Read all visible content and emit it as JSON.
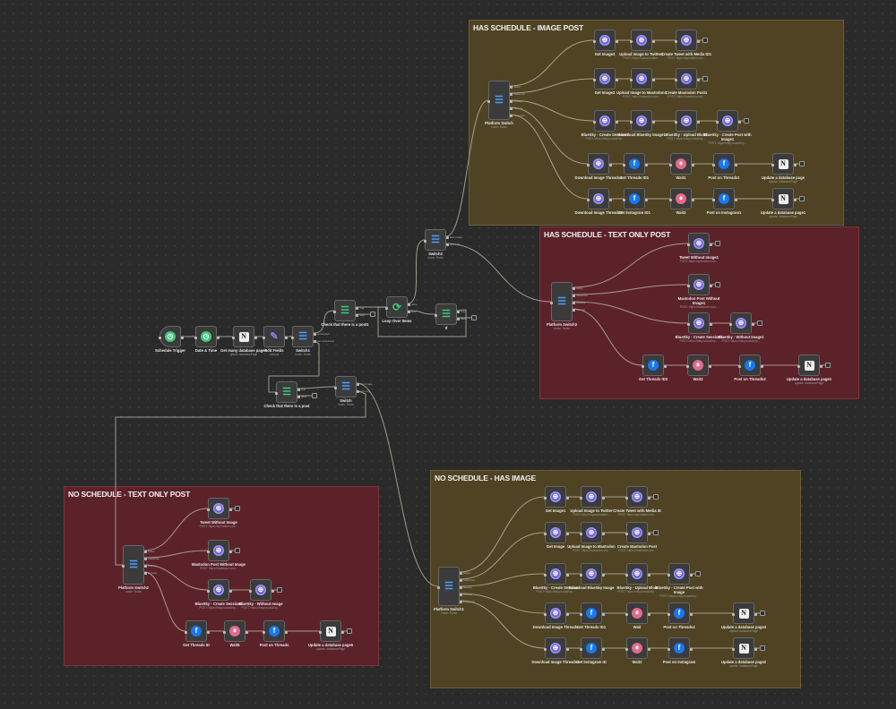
{
  "colors": {
    "canvas": "#2a2a2a",
    "olive_group": "#4f4323",
    "red_group": "#5c222a",
    "edge": "#b9b9a8",
    "switch": "#4a9eff",
    "if": "#3ec97a"
  },
  "main": {
    "nodes": [
      {
        "label": "Schedule Trigger",
        "icon": "clock-icon"
      },
      {
        "label": "Date & Time",
        "icon": "clock-icon"
      },
      {
        "label": "Get many database pages",
        "sub": "getAll: databasePage",
        "icon": "notion-icon"
      },
      {
        "label": "Edit Fields",
        "sub": "manual",
        "icon": "pencil-icon"
      },
      {
        "label": "Switch1",
        "sub": "mode: Rules",
        "icon": "switch-icon",
        "outputs": [
          "scheduled",
          "not scheduled"
        ]
      },
      {
        "label": "Check that there is a post1",
        "icon": "if-icon",
        "outputs": [
          "true",
          "false"
        ]
      },
      {
        "label": "Loop Over Items",
        "icon": "loop-icon",
        "outputs": [
          "done",
          "loop"
        ]
      },
      {
        "label": "If",
        "icon": "if-icon",
        "outputs": [
          "true",
          "false"
        ]
      },
      {
        "label": "Switch2",
        "sub": "mode: Rules",
        "icon": "switch-icon",
        "outputs": [
          "has image",
          "text only"
        ]
      },
      {
        "label": "Check that there is a post",
        "icon": "if-icon",
        "outputs": [
          "true",
          "false"
        ]
      },
      {
        "label": "Switch",
        "sub": "mode: Rules",
        "icon": "switch-icon",
        "outputs": [
          "has image",
          "text only"
        ]
      }
    ]
  },
  "groups": [
    {
      "title": "HAS SCHEDULE - IMAGE POST",
      "switch": {
        "label": "Platform Switch",
        "sub": "mode: Rules",
        "outputs": [
          "twitter",
          "mastodon",
          "bluesky",
          "threads",
          "instagram"
        ]
      },
      "rows": [
        [
          {
            "label": "Get Image3",
            "icon": "globe-icon"
          },
          {
            "label": "Upload Image to Twitter1",
            "sub": "POST: https://upload.twitter...",
            "icon": "globe-icon"
          },
          {
            "label": "Create Tweet with Media ID1",
            "sub": "POST: https://api.twitter.com...",
            "icon": "globe-icon"
          }
        ],
        [
          {
            "label": "Get Image2",
            "icon": "globe-icon"
          },
          {
            "label": "Upload Image to Mastodon1",
            "sub": "POST: https://mastodon.soc...",
            "icon": "globe-icon"
          },
          {
            "label": "Create Mastodon Post1",
            "sub": "POST: https://mastodon.soc...",
            "icon": "globe-icon"
          }
        ],
        [
          {
            "label": "BlueSky - Create Session1",
            "sub": "POST: https://bsky.social/xrp...",
            "icon": "globe-icon"
          },
          {
            "label": "Download BlueSky Image1",
            "icon": "globe-icon"
          },
          {
            "label": "BlueSky - Upload Blob1",
            "sub": "POST: https://bsky.social/xrp...",
            "icon": "globe-icon"
          },
          {
            "label": "BlueSky - Create Post with Image1",
            "sub": "POST: https://bsky.social/xrp...",
            "icon": "globe-icon"
          }
        ],
        [
          {
            "label": "Download Image Threads1",
            "icon": "globe-icon"
          },
          {
            "label": "Get Threads ID1",
            "icon": "facebook-icon"
          },
          {
            "label": "Wait1",
            "icon": "wait-icon"
          },
          {
            "label": "Post on Threads1",
            "icon": "facebook-icon"
          },
          {
            "label": "Update a database page",
            "sub": "update: databasePage",
            "icon": "notion-icon"
          }
        ],
        [
          {
            "label": "Download Image Threads3",
            "icon": "globe-icon"
          },
          {
            "label": "Get Instagram ID1",
            "icon": "facebook-icon"
          },
          {
            "label": "Wait3",
            "icon": "wait-icon"
          },
          {
            "label": "Post on Instagram1",
            "icon": "facebook-icon"
          },
          {
            "label": "Update a database page1",
            "sub": "update: databasePage",
            "icon": "notion-icon"
          }
        ]
      ]
    },
    {
      "title": "HAS SCHEDULE - TEXT ONLY POST",
      "switch": {
        "label": "Platform Switch3",
        "sub": "mode: Rules",
        "outputs": [
          "twitter",
          "mastodon",
          "bluesky",
          "threads"
        ]
      },
      "rows": [
        [
          {
            "label": "Tweet Without Image1",
            "sub": "POST: https://api.twitter.com...",
            "icon": "globe-icon"
          }
        ],
        [
          {
            "label": "Mastodon Post Without Image1",
            "sub": "POST: https://mastodon.soc...",
            "icon": "globe-icon"
          }
        ],
        [
          {
            "label": "BlueSky - Create Session3",
            "sub": "POST: https://bsky.social/xrp...",
            "icon": "globe-icon"
          },
          {
            "label": "BlueSky - Without Image1",
            "sub": "POST: https://bsky.social/xrp...",
            "icon": "globe-icon"
          }
        ],
        [
          {
            "label": "Get Threads ID3",
            "icon": "facebook-icon"
          },
          {
            "label": "Wait3",
            "icon": "wait-icon"
          },
          {
            "label": "Post on Threads3",
            "icon": "facebook-icon"
          },
          {
            "label": "Update a database page1",
            "sub": "update: databasePage",
            "icon": "notion-icon"
          }
        ]
      ]
    },
    {
      "title": "NO SCHEDULE - HAS IMAGE",
      "switch": {
        "label": "Platform Switch1",
        "sub": "mode: Rules",
        "outputs": [
          "twitter",
          "mastodon",
          "bluesky",
          "threads",
          "instagram"
        ]
      },
      "rows": [
        [
          {
            "label": "Get Image1",
            "icon": "globe-icon"
          },
          {
            "label": "Upload Image to Twitter",
            "sub": "POST: https://upload.twitter...",
            "icon": "globe-icon"
          },
          {
            "label": "Create Tweet with Media ID",
            "sub": "POST: https://api.twitter.com...",
            "icon": "globe-icon"
          }
        ],
        [
          {
            "label": "Get Image",
            "icon": "globe-icon"
          },
          {
            "label": "Upload Image to Mastodon",
            "sub": "POST: https://mastodon.soc...",
            "icon": "globe-icon"
          },
          {
            "label": "Create Mastodon Post",
            "sub": "POST: https://mastodon.soc...",
            "icon": "globe-icon"
          }
        ],
        [
          {
            "label": "BlueSky - Create Session",
            "sub": "POST: https://bsky.social/xrp...",
            "icon": "globe-icon"
          },
          {
            "label": "Download BlueSky Image",
            "icon": "globe-icon"
          },
          {
            "label": "BlueSky - Upload Blob",
            "sub": "POST: https://bsky.social/xrp...",
            "icon": "globe-icon"
          },
          {
            "label": "BlueSky - Create Post with Image",
            "sub": "POST: https://bsky.social/xrp...",
            "icon": "globe-icon"
          }
        ],
        [
          {
            "label": "Download Image Threads",
            "icon": "globe-icon"
          },
          {
            "label": "Get Threads ID1",
            "icon": "facebook-icon"
          },
          {
            "label": "Wait",
            "icon": "wait-icon"
          },
          {
            "label": "Post on Threads4",
            "icon": "facebook-icon"
          },
          {
            "label": "Update a database page3",
            "sub": "update: databasePage",
            "icon": "notion-icon"
          }
        ],
        [
          {
            "label": "Download Image Threads2",
            "icon": "globe-icon"
          },
          {
            "label": "Get Instagram ID",
            "icon": "facebook-icon"
          },
          {
            "label": "Wait2",
            "icon": "wait-icon"
          },
          {
            "label": "Post on Instagram",
            "icon": "facebook-icon"
          },
          {
            "label": "Update a database page2",
            "sub": "update: databasePage",
            "icon": "notion-icon"
          }
        ]
      ]
    },
    {
      "title": "NO SCHEDULE - TEXT ONLY POST",
      "switch": {
        "label": "Platform Switch2",
        "sub": "mode: Rules",
        "outputs": [
          "twitter",
          "mastodon",
          "bluesky",
          "threads"
        ]
      },
      "rows": [
        [
          {
            "label": "Tweet Without Image",
            "sub": "POST: https://api.twitter.com...",
            "icon": "globe-icon"
          }
        ],
        [
          {
            "label": "Mastodon Post Without Image",
            "sub": "POST: https://mastodon.soc...",
            "icon": "globe-icon"
          }
        ],
        [
          {
            "label": "BlueSky - Create Session2",
            "sub": "POST: https://bsky.social/xrp...",
            "icon": "globe-icon"
          },
          {
            "label": "BlueSky - Without Image",
            "sub": "POST: https://bsky.social/xrp...",
            "icon": "globe-icon"
          }
        ],
        [
          {
            "label": "Get Threads ID",
            "icon": "facebook-icon"
          },
          {
            "label": "Wait5",
            "icon": "wait-icon"
          },
          {
            "label": "Post on Threads",
            "icon": "facebook-icon"
          },
          {
            "label": "Update a database page5",
            "sub": "update: databasePage",
            "icon": "notion-icon"
          }
        ]
      ]
    }
  ]
}
